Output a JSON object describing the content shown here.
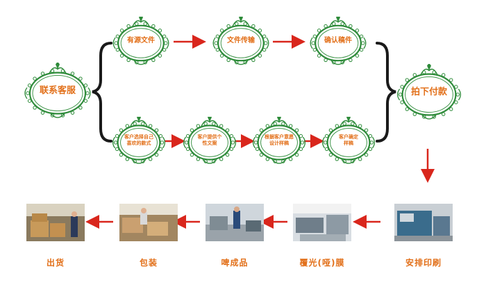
{
  "nodes": {
    "contact": "联系客服",
    "source_file": "有源文件",
    "file_transfer": "文件传输",
    "confirm_draft": "确认稿件",
    "place_order": "拍下付款",
    "choose_style": "客户选择自己喜欢的款式",
    "personal_copy": "客户提供个性文案",
    "design_sample": "根据客户意愿设计样稿",
    "confirm_sample": "客户确定样稿"
  },
  "steps": [
    {
      "caption": "出货"
    },
    {
      "caption": "包装"
    },
    {
      "caption": "啤成品"
    },
    {
      "caption": "覆光(哑)膜"
    },
    {
      "caption": "安排印刷"
    }
  ],
  "colors": {
    "frame_green": "#2e8b3a",
    "label_orange": "#e2701a",
    "arrow_red": "#d9261c",
    "brace_black": "#1a1a1a"
  }
}
